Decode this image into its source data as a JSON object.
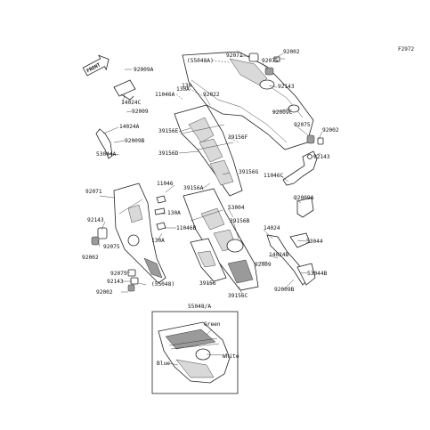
{
  "figure_id": "F2972",
  "front_label": "FRONT",
  "labels": {
    "l92071_top": "92071",
    "l92002_top": "92002",
    "l55048A_top": "(55048A)",
    "l92075_top": "92075",
    "l92009A_top": "92009A",
    "l130_top": "130",
    "l92022": "92022",
    "l92143_top": "92143",
    "l11046A": "11046A",
    "l130A_top": "130A",
    "l14024C": "14024C",
    "l92009_left": "92009",
    "l14024A": "14024A",
    "l92009C": "92009C",
    "l92075_right": "92075",
    "l92002_right": "92002",
    "l39156E": "39156E",
    "l39156F": "39156F",
    "l92009B_left": "92009B",
    "l53044A": "53044A",
    "l39156D": "39156D",
    "l92143_right": "92143",
    "l39156G": "39156G",
    "l11046C": "11046C",
    "l92009A_right": "92009A",
    "l92071_left": "92071",
    "l11046": "11046",
    "l39156A": "39156A",
    "l53004": "53004",
    "l130A_mid": "130A",
    "l39156B": "39156B",
    "l92143_left": "92143",
    "l11046B": "11046B",
    "l14024": "14024",
    "l130A_low": "130A",
    "l14024B": "14024B",
    "l53044": "53044",
    "l92075_left": "92075",
    "l92002_left": "92002",
    "l92009_right": "92009",
    "l53044B": "53044B",
    "l92075_bottom": "92075",
    "l92143_bottom": "92143",
    "l55048_paren": "(55048)",
    "l39156": "39156",
    "l39156C": "39156C",
    "l92002_bottom": "92002",
    "l92009B_right": "92009B",
    "l55048A_inset": "55048/A",
    "color_green": "Green",
    "color_white": "White",
    "color_blue": "Blue"
  },
  "colors": {
    "line": "#222222",
    "background": "#ffffff"
  }
}
